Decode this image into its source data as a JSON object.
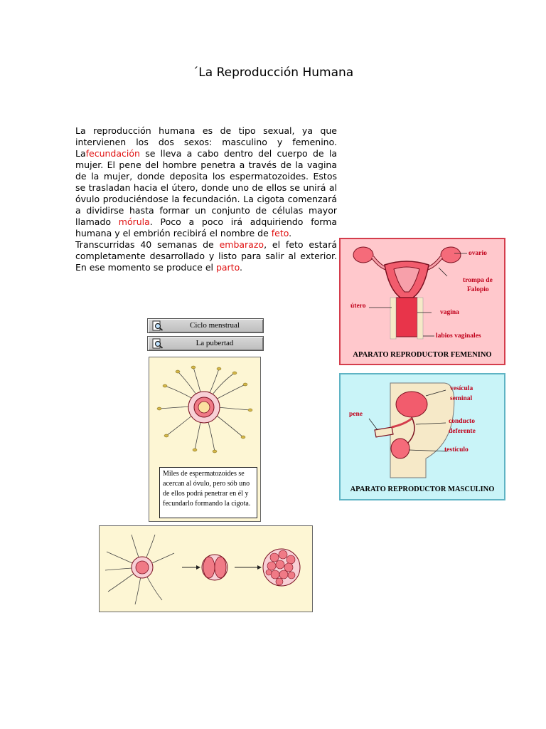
{
  "title": "´La Reproducción Humana",
  "text": {
    "p1": "La reproducción humana es de tipo sexual, ya que intervienen los dos sexos: masculino y femenino. La",
    "fecundacion": "fecundación",
    "p2": " se lleva a cabo dentro del cuerpo de la mujer. El pene del hombre penetra a través de la vagina de la mujer, donde deposita los espermatozoides. Estos se trasladan hacia el útero, donde uno de ellos se unirá al óvulo produciéndose la fecundación. La cigota comenzará a dividirse hasta formar un conjunto de células mayor llamado ",
    "morula": "mórula",
    "p3": ". Poco a poco irá adquiriendo forma humana y el embrión recibirá el nombre de ",
    "feto": "feto",
    "p4": ".",
    "p5": " Transcurridas 40 semanas de ",
    "embarazo": "embarazo",
    "p6": ", el feto estará completamente desarrollado y listo para salir al exterior. En ese momento se produce el ",
    "parto": "parto",
    "p7": "."
  },
  "buttons": {
    "ciclo": "Ciclo menstrual",
    "pubertad": "La pubertad"
  },
  "female": {
    "title": "APARATO REPRODUCTOR FEMENINO",
    "ovario": "ovario",
    "trompa": "trompa de",
    "falopio": "Falopio",
    "utero": "útero",
    "vagina": "vagina",
    "labios": "labios vaginales"
  },
  "male": {
    "title": "APARATO REPRODUCTOR MASCULINO",
    "vesicula": "vesícula",
    "seminal": "seminal",
    "pene": "pene",
    "conducto": "conducto",
    "deferente": "deferente",
    "testiculo": "testículo"
  },
  "ovum_caption": "Miles de espermatozoides se acercan al óvulo, pero sób uno de ellos podrá penetrar en él y fecundarlo formando la cigota.",
  "colors": {
    "accent_red": "#e01010",
    "female_bg": "#ffc8cc",
    "male_bg": "#c9f4f8",
    "ovum_bg": "#fdf6d4"
  },
  "icons": {
    "button_icon": "magnifier-page-icon"
  }
}
